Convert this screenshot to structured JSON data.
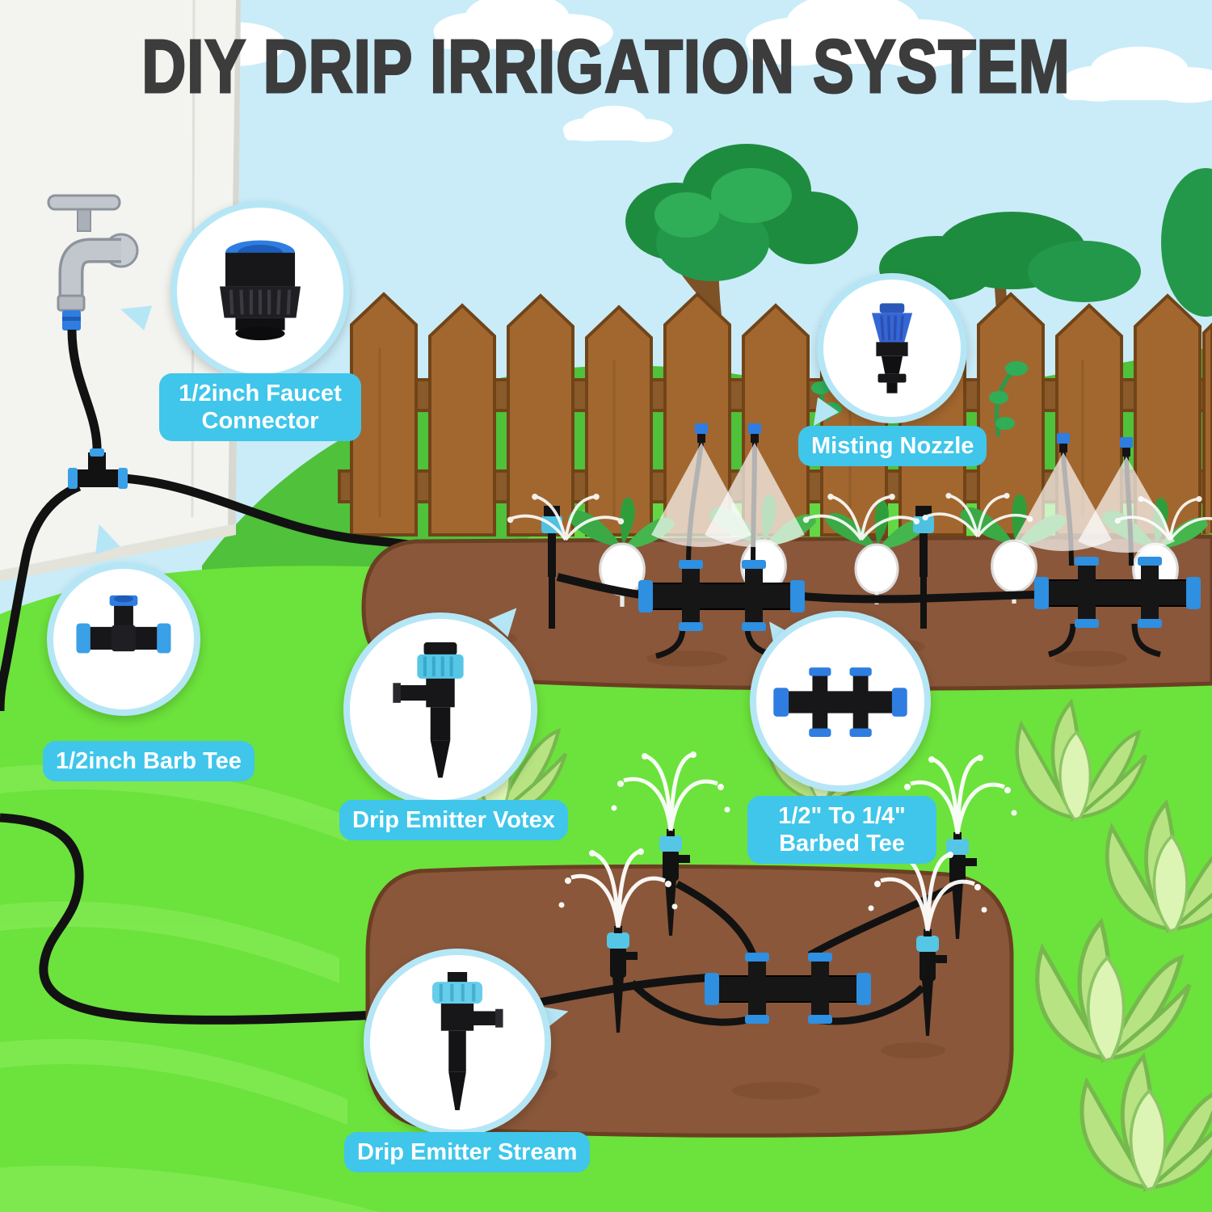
{
  "title": "DIY DRIP IRRIGATION SYSTEM",
  "colors": {
    "accent": "#3fc6ea",
    "title_text": "#3c3c3c",
    "label_text": "#ffffff",
    "callout_ring": "#b5e6f5",
    "sky": "#c9ecf8",
    "grass": "#6ce23c",
    "soil": "#8a573a",
    "fence_wood": "#a2672f",
    "tubing": "#121212",
    "fitting_blue": "#2f7de0"
  },
  "callouts": [
    {
      "id": "faucet-connector",
      "icon": "faucet-connector-icon",
      "label": "1/2inch Faucet Connector"
    },
    {
      "id": "misting-nozzle",
      "icon": "misting-nozzle-icon",
      "label": "Misting  Nozzle"
    },
    {
      "id": "barb-tee",
      "icon": "barb-tee-icon",
      "label": "1/2inch Barb Tee"
    },
    {
      "id": "drip-emitter-votex",
      "icon": "drip-emitter-votex-icon",
      "label": "Drip Emitter Votex"
    },
    {
      "id": "barbed-tee-1-2-1-4",
      "icon": "barbed-tee-icon",
      "label": "1/2\" To 1/4\" Barbed Tee"
    },
    {
      "id": "drip-emitter-stream",
      "icon": "drip-emitter-stream-icon",
      "label": "Drip Emitter Stream"
    }
  ]
}
